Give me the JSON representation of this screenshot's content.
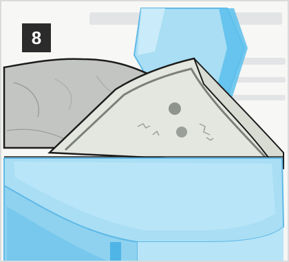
{
  "step": {
    "number": "8"
  },
  "colors": {
    "badge_bg": "#2b2b2b",
    "badge_text": "#ffffff",
    "tray_blue": "#a7dcf3",
    "tray_blue_dark": "#55b7e6",
    "cloth_grey": "#c4c6c3",
    "paper_light": "#e6e9e2",
    "stain": "#8f948e"
  },
  "icons": [
    "stain-spot",
    "folded-cloth",
    "blue-tray"
  ]
}
